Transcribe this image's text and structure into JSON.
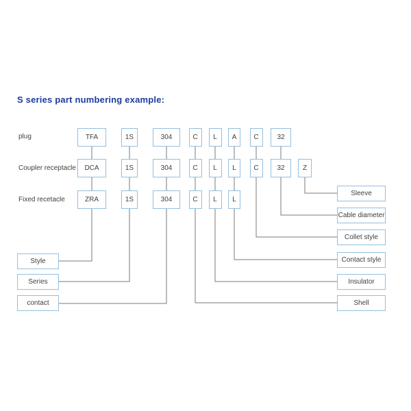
{
  "title": "S series part numbering example:",
  "rows": [
    {
      "label": "plug",
      "cells": [
        "TFA",
        "1S",
        "304",
        "C",
        "L",
        "A",
        "C",
        "32"
      ]
    },
    {
      "label": "Coupler receptacle",
      "cells": [
        "DCA",
        "1S",
        "304",
        "C",
        "L",
        "L",
        "C",
        "32",
        "Z"
      ]
    },
    {
      "label": "Fixed recetacle",
      "cells": [
        "ZRA",
        "1S",
        "304",
        "C",
        "L",
        "L"
      ]
    }
  ],
  "left_labels": [
    "Style",
    "Series",
    "contact"
  ],
  "right_labels": [
    "Sleeve",
    "Cable diameter",
    "Collet style",
    "Contact style",
    "Insulator",
    "Shell"
  ],
  "colors": {
    "title": "#1e3a9f",
    "box_border": "#93bedd",
    "box_text": "#404040",
    "line": "#7a7a7a"
  }
}
